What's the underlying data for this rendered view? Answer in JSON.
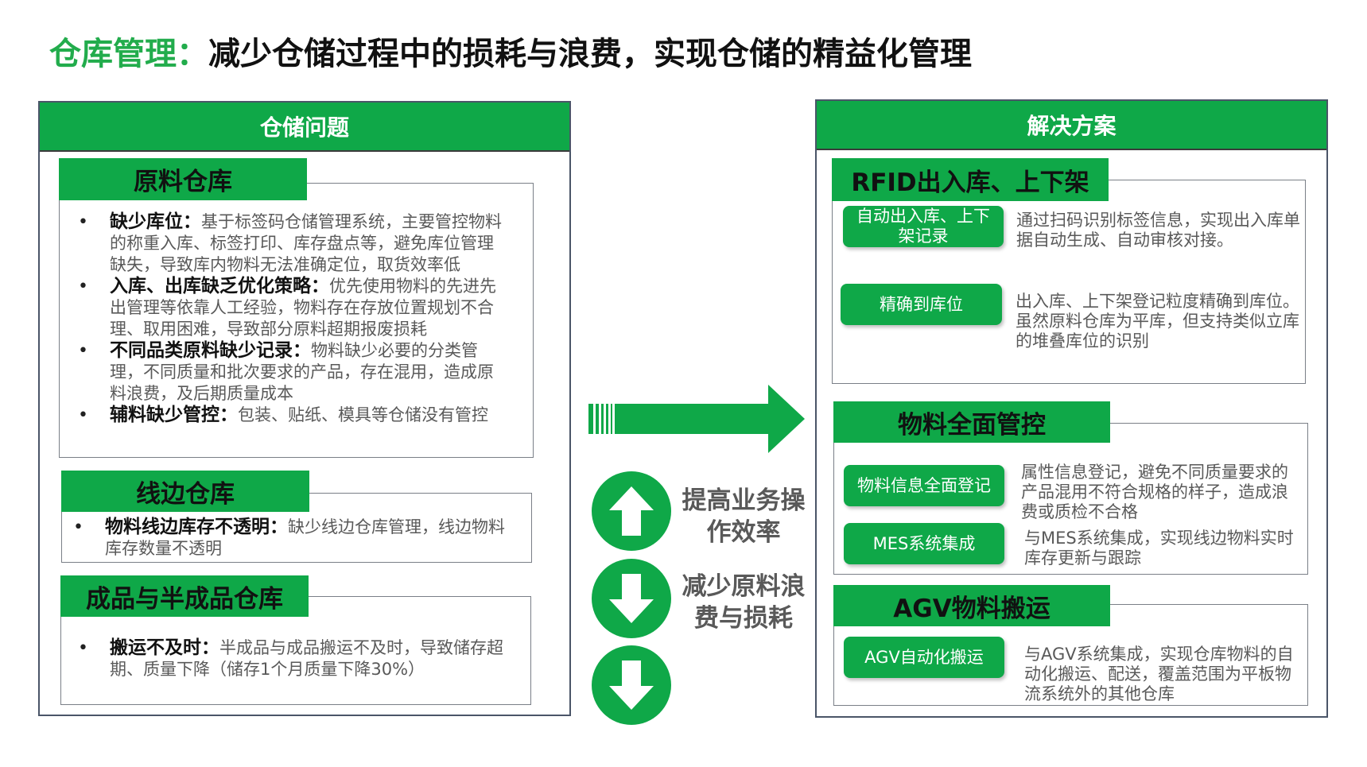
{
  "title": {
    "accent": "仓库管理：",
    "main": "减少仓储过程中的损耗与浪费，实现仓储的精益化管理"
  },
  "left_panel": {
    "header": "仓储问题",
    "sections": [
      {
        "tab": "原料仓库",
        "bullets": [
          {
            "head": "缺少库位：",
            "text": "基于标签码仓储管理系统，主要管控物料的称重入库、标签打印、库存盘点等，避免库位管理缺失，导致库内物料无法准确定位，取货效率低"
          },
          {
            "head": "入库、出库缺乏优化策略：",
            "text": "优先使用物料的先进先出管理等依靠人工经验，物料存在存放位置规划不合理、取用困难，导致部分原料超期报废损耗"
          },
          {
            "head": "不同品类原料缺少记录：",
            "text": "物料缺少必要的分类管理，不同质量和批次要求的产品，存在混用，造成原料浪费，及后期质量成本"
          },
          {
            "head": "辅料缺少管控：",
            "text": "包装、贴纸、模具等仓储没有管控"
          }
        ]
      },
      {
        "tab": "线边仓库",
        "bullets": [
          {
            "head": "物料线边库存不透明：",
            "text": "缺少线边仓库管理，线边物料库存数量不透明"
          }
        ]
      },
      {
        "tab": "成品与半成品仓库",
        "bullets": [
          {
            "head": "搬运不及时：",
            "text": "半成品与成品搬运不及时，导致储存超期、质量下降（储存1个月质量下降30%）"
          }
        ]
      }
    ]
  },
  "effects": {
    "up": "提高业务操作效率",
    "down": "减少原料浪费与损耗"
  },
  "right_panel": {
    "header": "解决方案",
    "sections": [
      {
        "tab": "RFID出入库、上下架",
        "items": [
          {
            "label": "自动出入库、上下架记录",
            "desc": "通过扫码识别标签信息，实现出入库单据自动生成、自动审核对接。"
          },
          {
            "label": "精确到库位",
            "desc": "出入库、上下架登记粒度精确到库位。虽然原料仓库为平库，但支持类似立库的堆叠库位的识别"
          }
        ]
      },
      {
        "tab": "物料全面管控",
        "items": [
          {
            "label": "物料信息全面登记",
            "desc": "属性信息登记，避免不同质量要求的产品混用不符合规格的样子，造成浪费或质检不合格"
          },
          {
            "label": "MES系统集成",
            "desc": "与MES系统集成，实现线边物料实时库存更新与跟踪"
          }
        ]
      },
      {
        "tab": "AGV物料搬运",
        "items": [
          {
            "label": "AGV自动化搬运",
            "desc": "与AGV系统集成，实现仓库物料的自动化搬运、配送，覆盖范围为平板物流系统外的其他仓库"
          }
        ]
      }
    ]
  },
  "colors": {
    "accent": "#0fa848",
    "title_accent": "#22ac4c",
    "text": "#595959",
    "border": "#4a5568"
  },
  "icons": [
    "big-right-arrow-icon",
    "up-arrow-icon",
    "down-arrow-icon"
  ]
}
